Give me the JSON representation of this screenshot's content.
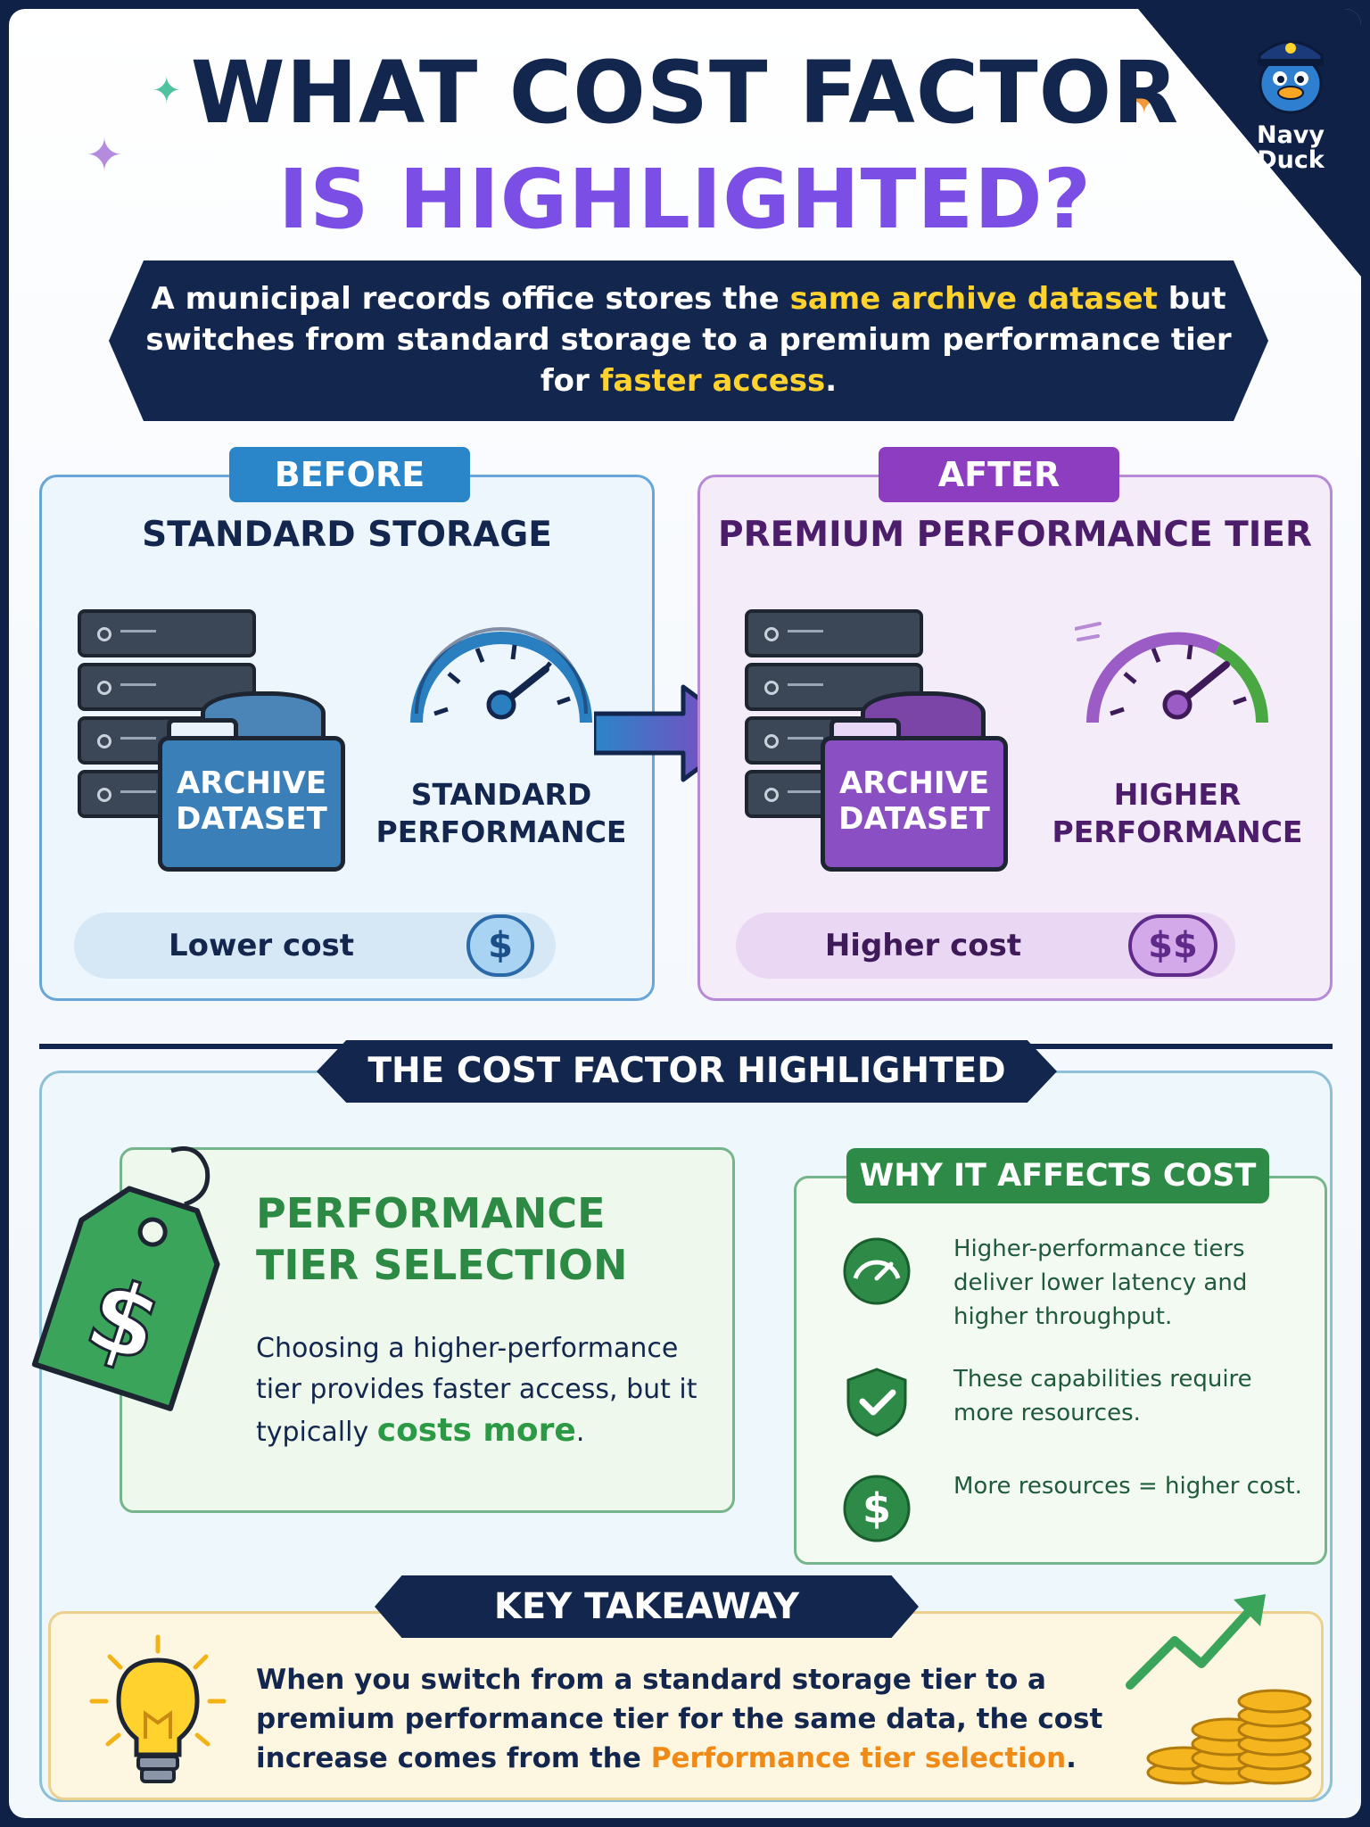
{
  "header": {
    "title_line1": "WHAT COST FACTOR",
    "title_line2": "IS HIGHLIGHTED?",
    "brand": "Navy Duck"
  },
  "intro": {
    "part1": "A municipal records office stores the ",
    "highlight1": "same archive dataset",
    "part2": " but switches from standard storage to a premium performance tier for ",
    "highlight2": "faster access",
    "part3": "."
  },
  "before": {
    "tag": "BEFORE",
    "title": "STANDARD STORAGE",
    "folder_line1": "ARCHIVE",
    "folder_line2": "DATASET",
    "gauge_line1": "STANDARD",
    "gauge_line2": "PERFORMANCE",
    "cost": "Lower cost",
    "coin": "$"
  },
  "after": {
    "tag": "AFTER",
    "title": "PREMIUM PERFORMANCE TIER",
    "folder_line1": "ARCHIVE",
    "folder_line2": "DATASET",
    "gauge_line1": "HIGHER",
    "gauge_line2": "PERFORMANCE",
    "cost": "Higher cost",
    "coin": "$$"
  },
  "section": {
    "title": "THE COST FACTOR HIGHLIGHTED",
    "factor_line1": "PERFORMANCE",
    "factor_line2": "TIER SELECTION",
    "desc_part1": "Choosing a higher-performance tier provides faster access, but it typically ",
    "desc_highlight": "costs more",
    "desc_part2": ".",
    "tag_symbol": "$"
  },
  "why": {
    "title": "WHY IT AFFECTS COST",
    "items": [
      {
        "icon": "speedometer-icon",
        "text": "Higher-performance tiers deliver lower latency and higher throughput."
      },
      {
        "icon": "shield-check-icon",
        "text": "These capabilities require more resources."
      },
      {
        "icon": "dollar-icon",
        "text": "More resources = higher cost."
      }
    ]
  },
  "takeaway": {
    "title": "KEY TAKEAWAY",
    "part1": "When you switch from a standard storage tier to a premium performance tier for the same data, the cost increase comes from the ",
    "highlight": "Performance tier selection",
    "part2": "."
  },
  "colors": {
    "navy": "#13264e",
    "purple": "#7b4fe6",
    "blue": "#2a86c8",
    "violet": "#8d3ec0",
    "green": "#2e8b47",
    "yellow": "#ffd22e",
    "orange": "#f08a16"
  }
}
